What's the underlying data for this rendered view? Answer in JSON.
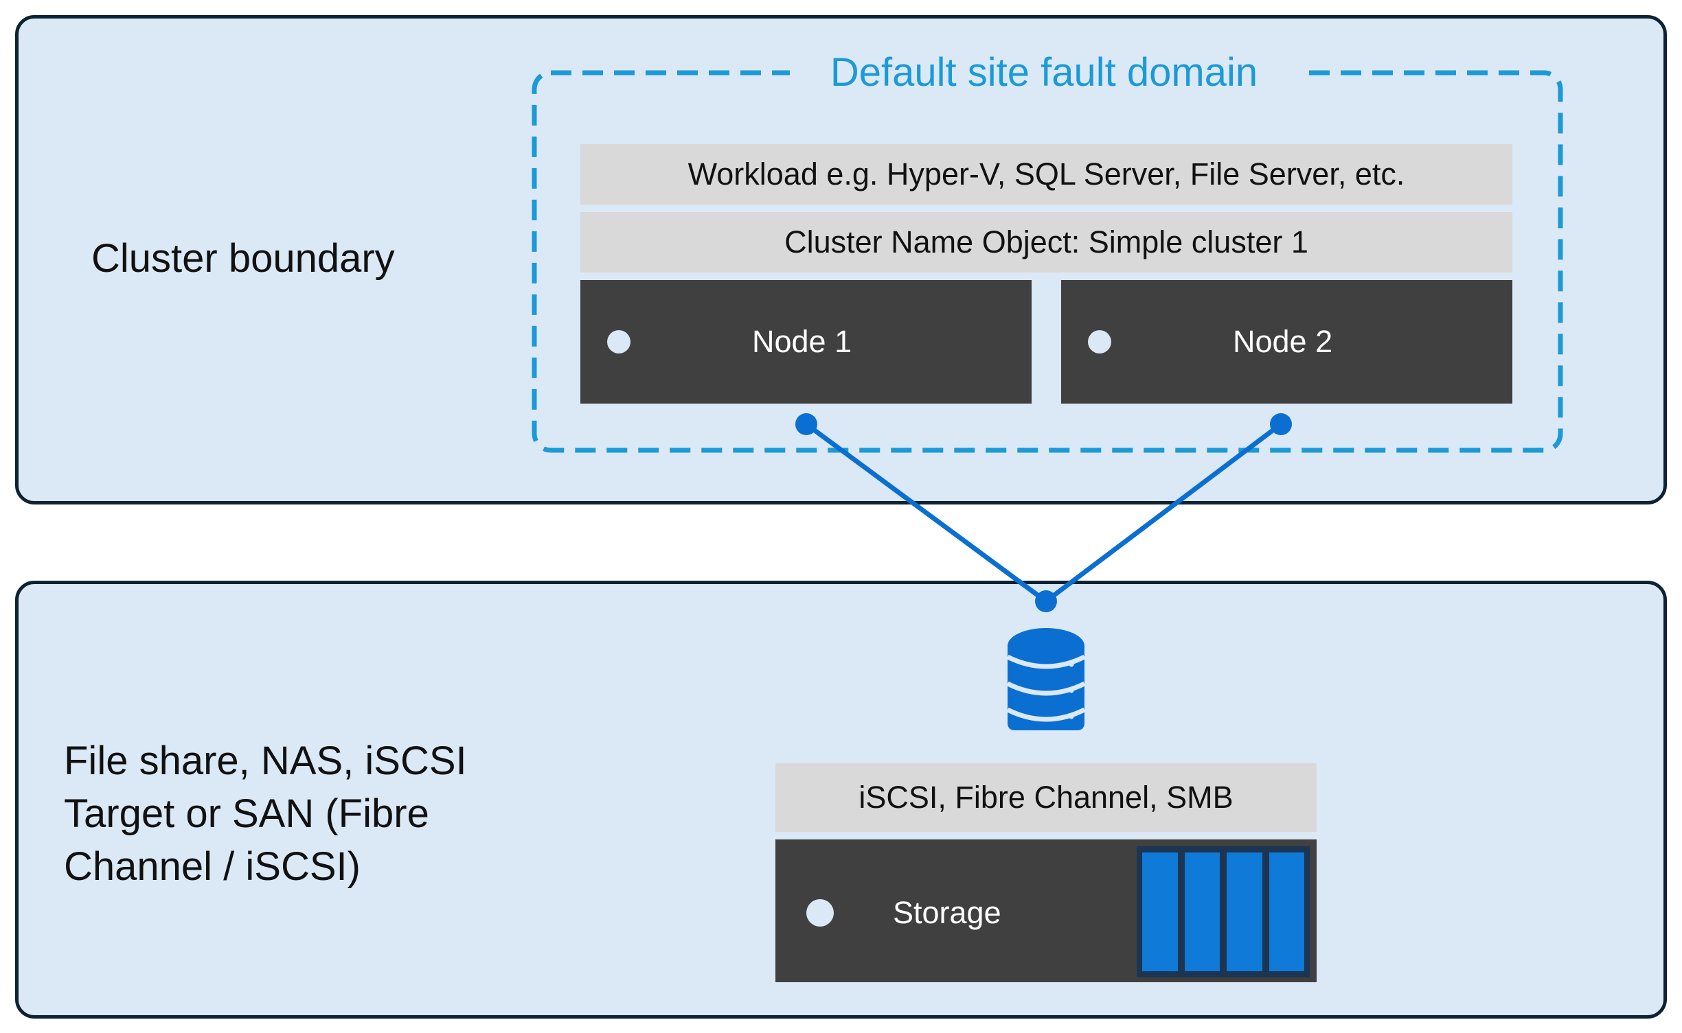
{
  "cluster": {
    "label": "Cluster boundary",
    "fault_domain_title": "Default site fault domain",
    "workload": "Workload e.g. Hyper-V, SQL Server, File Server, etc.",
    "cluster_name_object": "Cluster Name Object: Simple cluster 1",
    "nodes": [
      {
        "label": "Node 1"
      },
      {
        "label": "Node 2"
      }
    ]
  },
  "storage": {
    "label": "File share, NAS, iSCSI\nTarget or SAN (Fibre\nChannel / iSCSI)",
    "protocols": "iSCSI, Fibre Channel, SMB",
    "device_label": "Storage",
    "icon": "database-icon",
    "drive_count": 4
  },
  "colors": {
    "panel_fill": "#dbe8f6",
    "panel_border": "#0e2233",
    "fault_domain_dash": "#1b9ad6",
    "connector": "#0a6fd1",
    "node_fill": "#404040",
    "bar_fill": "#d9d9d9",
    "drive_fill": "#0f7ad8"
  }
}
